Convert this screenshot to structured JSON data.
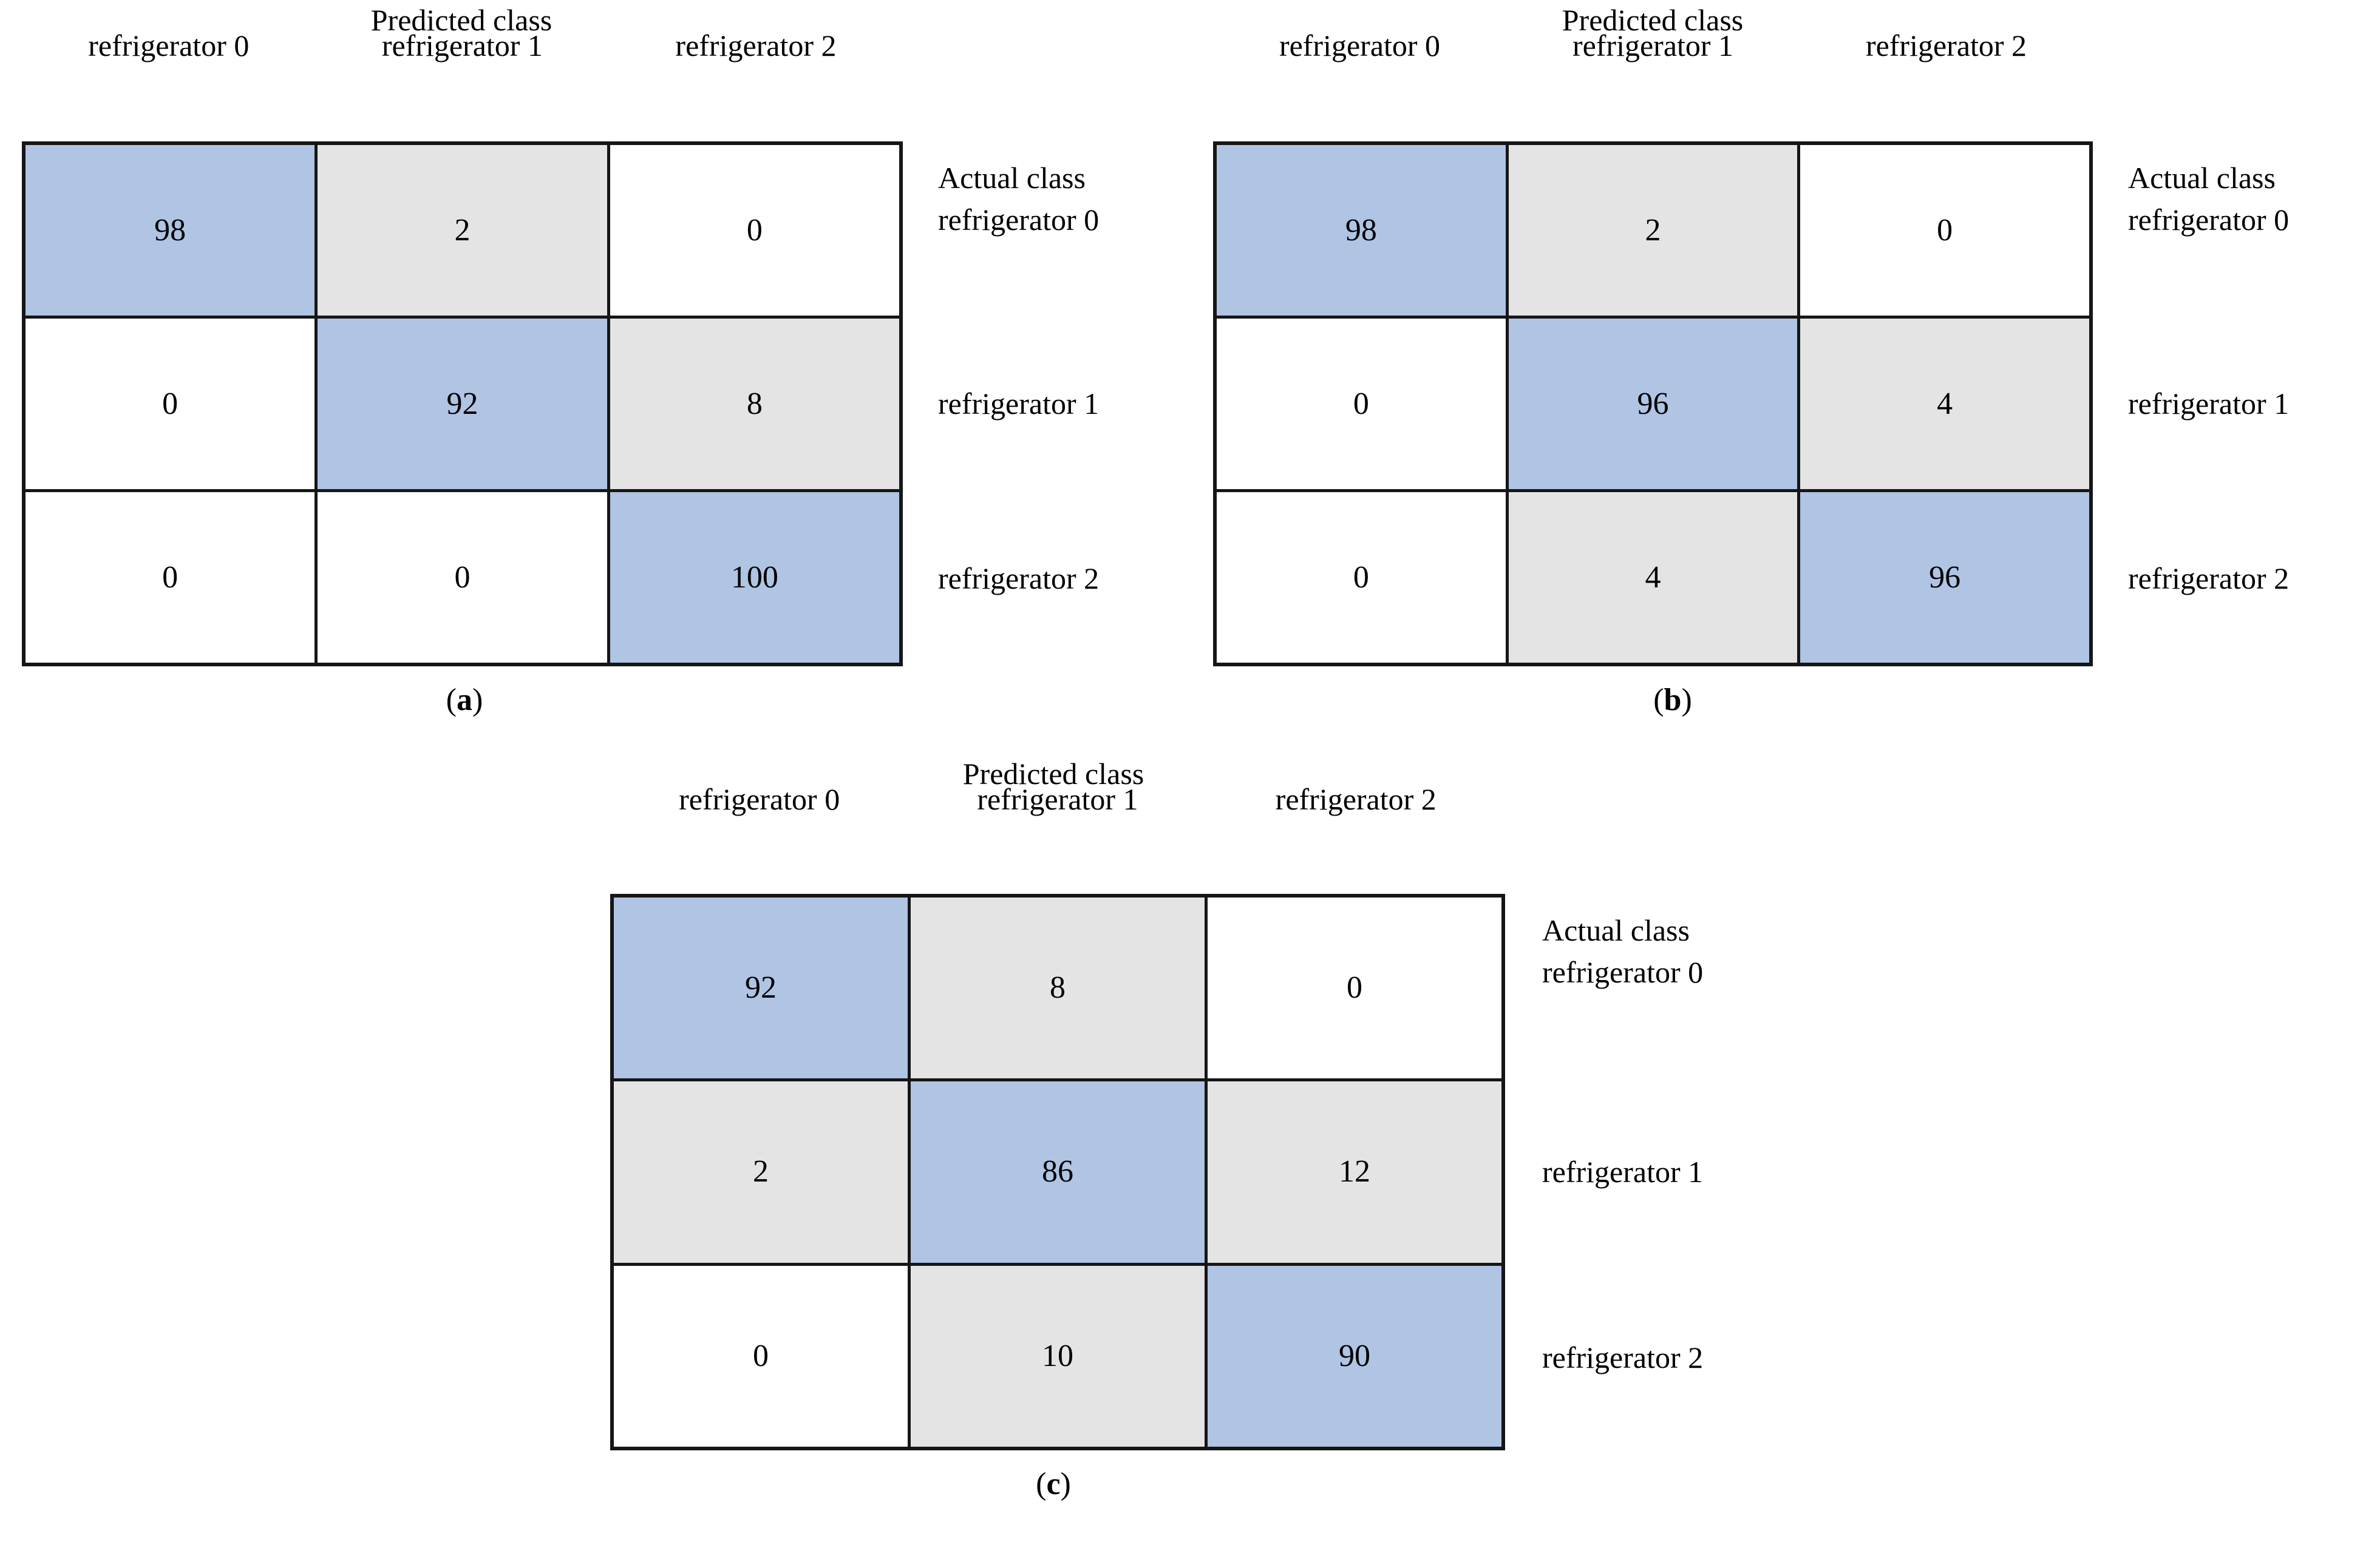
{
  "figure": {
    "axis_titles": {
      "predicted": "Predicted class",
      "actual": "Actual class"
    },
    "class_labels": [
      "refrigerator 0",
      "refrigerator 1",
      "refrigerator 2"
    ],
    "colors": {
      "diagonal": "#b0c4e4",
      "offdiagonal_nonzero": "#e4e4e4",
      "zero": "#ffffff",
      "border": "#161616",
      "text": "#000000",
      "background": "#ffffff"
    }
  },
  "panels": [
    {
      "id": "a",
      "caption_open": "(",
      "caption_letter": "a",
      "caption_close": ")",
      "predicted_title": "Predicted class",
      "actual_title": "Actual class",
      "col_headers": [
        "refrigerator 0",
        "refrigerator 1",
        "refrigerator 2"
      ],
      "row_headers": [
        "refrigerator 0",
        "refrigerator 1",
        "refrigerator 2"
      ],
      "rows": [
        [
          "98",
          "2",
          "0"
        ],
        [
          "0",
          "92",
          "8"
        ],
        [
          "0",
          "0",
          "100"
        ]
      ]
    },
    {
      "id": "b",
      "caption_open": "(",
      "caption_letter": "b",
      "caption_close": ")",
      "predicted_title": "Predicted class",
      "actual_title": "Actual class",
      "col_headers": [
        "refrigerator 0",
        "refrigerator 1",
        "refrigerator 2"
      ],
      "row_headers": [
        "refrigerator 0",
        "refrigerator 1",
        "refrigerator 2"
      ],
      "rows": [
        [
          "98",
          "2",
          "0"
        ],
        [
          "0",
          "96",
          "4"
        ],
        [
          "0",
          "4",
          "96"
        ]
      ]
    },
    {
      "id": "c",
      "caption_open": "(",
      "caption_letter": "c",
      "caption_close": ")",
      "predicted_title": "Predicted class",
      "actual_title": "Actual class",
      "col_headers": [
        "refrigerator 0",
        "refrigerator 1",
        "refrigerator 2"
      ],
      "row_headers": [
        "refrigerator 0",
        "refrigerator 1",
        "refrigerator 2"
      ],
      "rows": [
        [
          "92",
          "8",
          "0"
        ],
        [
          "2",
          "86",
          "12"
        ],
        [
          "0",
          "10",
          "90"
        ]
      ]
    }
  ],
  "chart_data": [
    {
      "type": "heatmap",
      "subfigure": "(a)",
      "title": "Confusion matrix (a)",
      "xlabel": "Predicted class",
      "ylabel": "Actual class",
      "categories": [
        "refrigerator 0",
        "refrigerator 1",
        "refrigerator 2"
      ],
      "x_tick_labels": [
        "refrigerator 0",
        "refrigerator 1",
        "refrigerator 2"
      ],
      "y_tick_labels": [
        "refrigerator 0",
        "refrigerator 1",
        "refrigerator 2"
      ],
      "matrix": [
        [
          98,
          2,
          0
        ],
        [
          0,
          92,
          8
        ],
        [
          0,
          0,
          100
        ]
      ],
      "units": "percent",
      "grid": true,
      "legend": "none",
      "cell_colors": [
        [
          "#b0c4e4",
          "#e4e4e4",
          "#ffffff"
        ],
        [
          "#ffffff",
          "#b0c4e4",
          "#e4e4e4"
        ],
        [
          "#ffffff",
          "#ffffff",
          "#b0c4e4"
        ]
      ]
    },
    {
      "type": "heatmap",
      "subfigure": "(b)",
      "title": "Confusion matrix (b)",
      "xlabel": "Predicted class",
      "ylabel": "Actual class",
      "categories": [
        "refrigerator 0",
        "refrigerator 1",
        "refrigerator 2"
      ],
      "x_tick_labels": [
        "refrigerator 0",
        "refrigerator 1",
        "refrigerator 2"
      ],
      "y_tick_labels": [
        "refrigerator 0",
        "refrigerator 1",
        "refrigerator 2"
      ],
      "matrix": [
        [
          98,
          2,
          0
        ],
        [
          0,
          96,
          4
        ],
        [
          0,
          4,
          96
        ]
      ],
      "units": "percent",
      "grid": true,
      "legend": "none",
      "cell_colors": [
        [
          "#b0c4e4",
          "#e4e4e4",
          "#ffffff"
        ],
        [
          "#ffffff",
          "#b0c4e4",
          "#e4e4e4"
        ],
        [
          "#ffffff",
          "#e4e4e4",
          "#b0c4e4"
        ]
      ]
    },
    {
      "type": "heatmap",
      "subfigure": "(c)",
      "title": "Confusion matrix (c)",
      "xlabel": "Predicted class",
      "ylabel": "Actual class",
      "categories": [
        "refrigerator 0",
        "refrigerator 1",
        "refrigerator 2"
      ],
      "x_tick_labels": [
        "refrigerator 0",
        "refrigerator 1",
        "refrigerator 2"
      ],
      "y_tick_labels": [
        "refrigerator 0",
        "refrigerator 1",
        "refrigerator 2"
      ],
      "matrix": [
        [
          92,
          8,
          0
        ],
        [
          2,
          86,
          12
        ],
        [
          0,
          10,
          90
        ]
      ],
      "units": "percent",
      "grid": true,
      "legend": "none",
      "cell_colors": [
        [
          "#b0c4e4",
          "#e4e4e4",
          "#ffffff"
        ],
        [
          "#e4e4e4",
          "#b0c4e4",
          "#e4e4e4"
        ],
        [
          "#ffffff",
          "#e4e4e4",
          "#b0c4e4"
        ]
      ]
    }
  ]
}
